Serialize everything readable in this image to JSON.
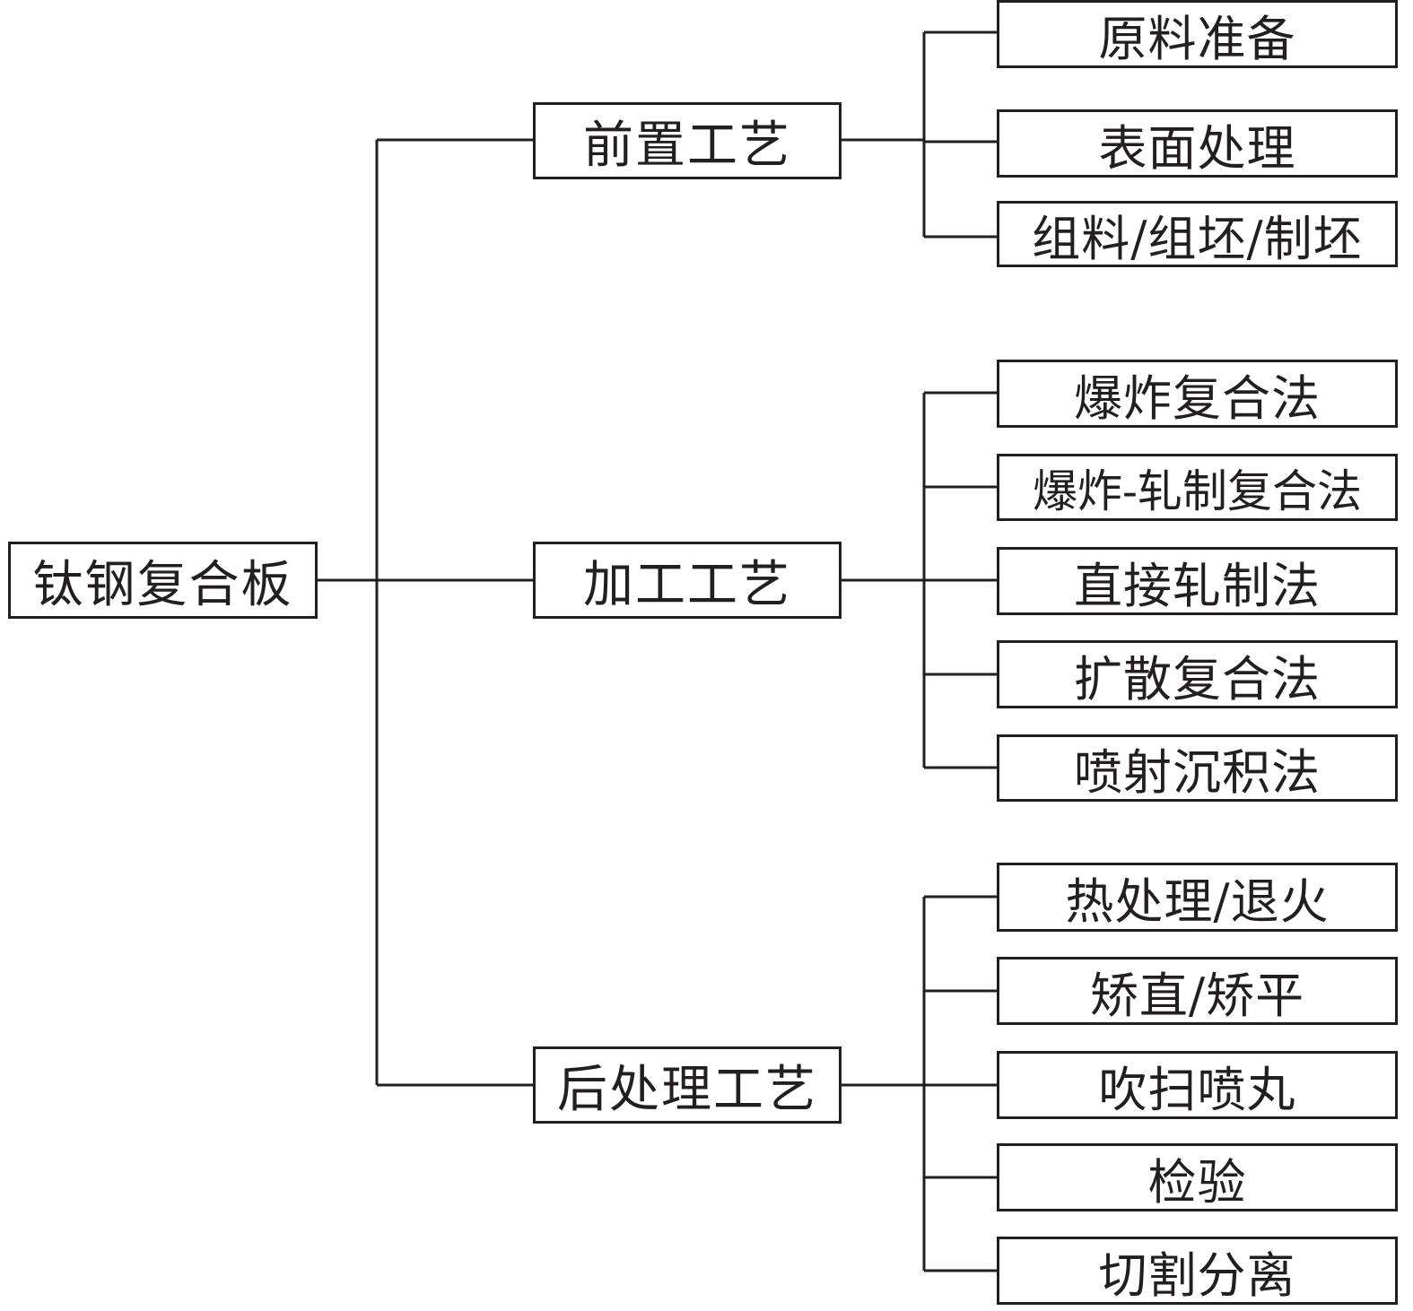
{
  "diagram": {
    "title": "钛钢复合板",
    "line_color": "#231f20",
    "groups": [
      {
        "label": "前置工艺",
        "children": [
          "原料准备",
          "表面处理",
          "组料/组坯/制坯"
        ]
      },
      {
        "label": "加工工艺",
        "children": [
          "爆炸复合法",
          "爆炸-轧制复合法",
          "直接轧制法",
          "扩散复合法",
          "喷射沉积法"
        ]
      },
      {
        "label": "后处理工艺",
        "children": [
          "热处理/退火",
          "矫直/矫平",
          "吹扫喷丸",
          "检验",
          "切割分离"
        ]
      }
    ]
  }
}
